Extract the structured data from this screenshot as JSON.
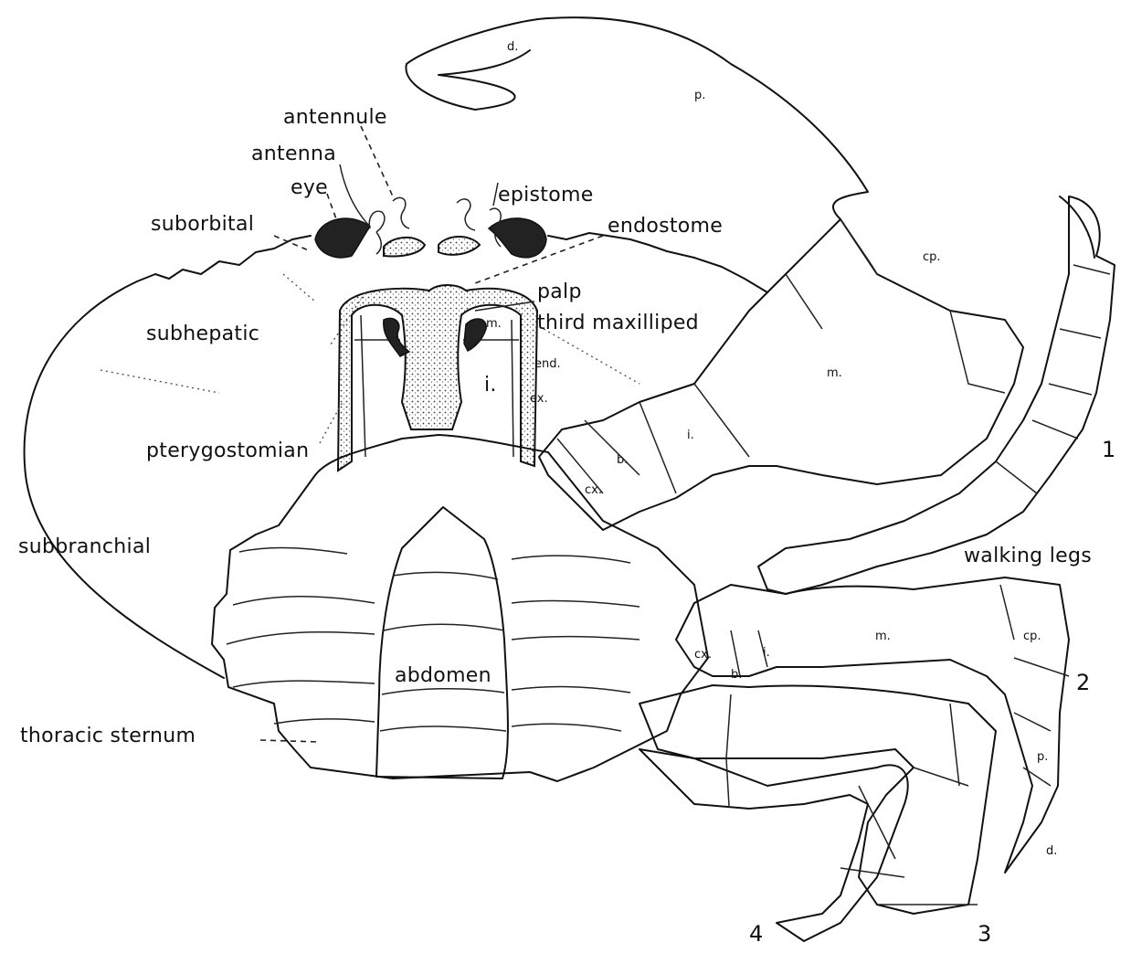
{
  "labels": {
    "antennule": "antennule",
    "antenna": "antenna",
    "eye": "eye",
    "suborbital": "suborbital",
    "epistome": "epistome",
    "endostome": "endostome",
    "palp": "palp",
    "third_maxilliped": "third maxilliped",
    "subhepatic": "subhepatic",
    "pterygostomian": "pterygostomian",
    "subbranchial": "subbranchial",
    "abdomen": "abdomen",
    "thoracic_sternum": "thoracic sternum",
    "walking_legs": "walking legs"
  },
  "maxilliped_segments": {
    "m": "m.",
    "i": "i.",
    "end": "end.",
    "ex": "ex."
  },
  "cheliped_segments": {
    "d": "d.",
    "p": "p.",
    "cp": "cp.",
    "m": "m.",
    "i": "i.",
    "b": "b.",
    "cx": "cx."
  },
  "leg2_segments": {
    "cx": "cx.",
    "b": "b.",
    "i": "i.",
    "m": "m.",
    "cp": "cp.",
    "p": "p.",
    "d": "d."
  },
  "leg_numbers": [
    "1",
    "2",
    "3",
    "4"
  ]
}
